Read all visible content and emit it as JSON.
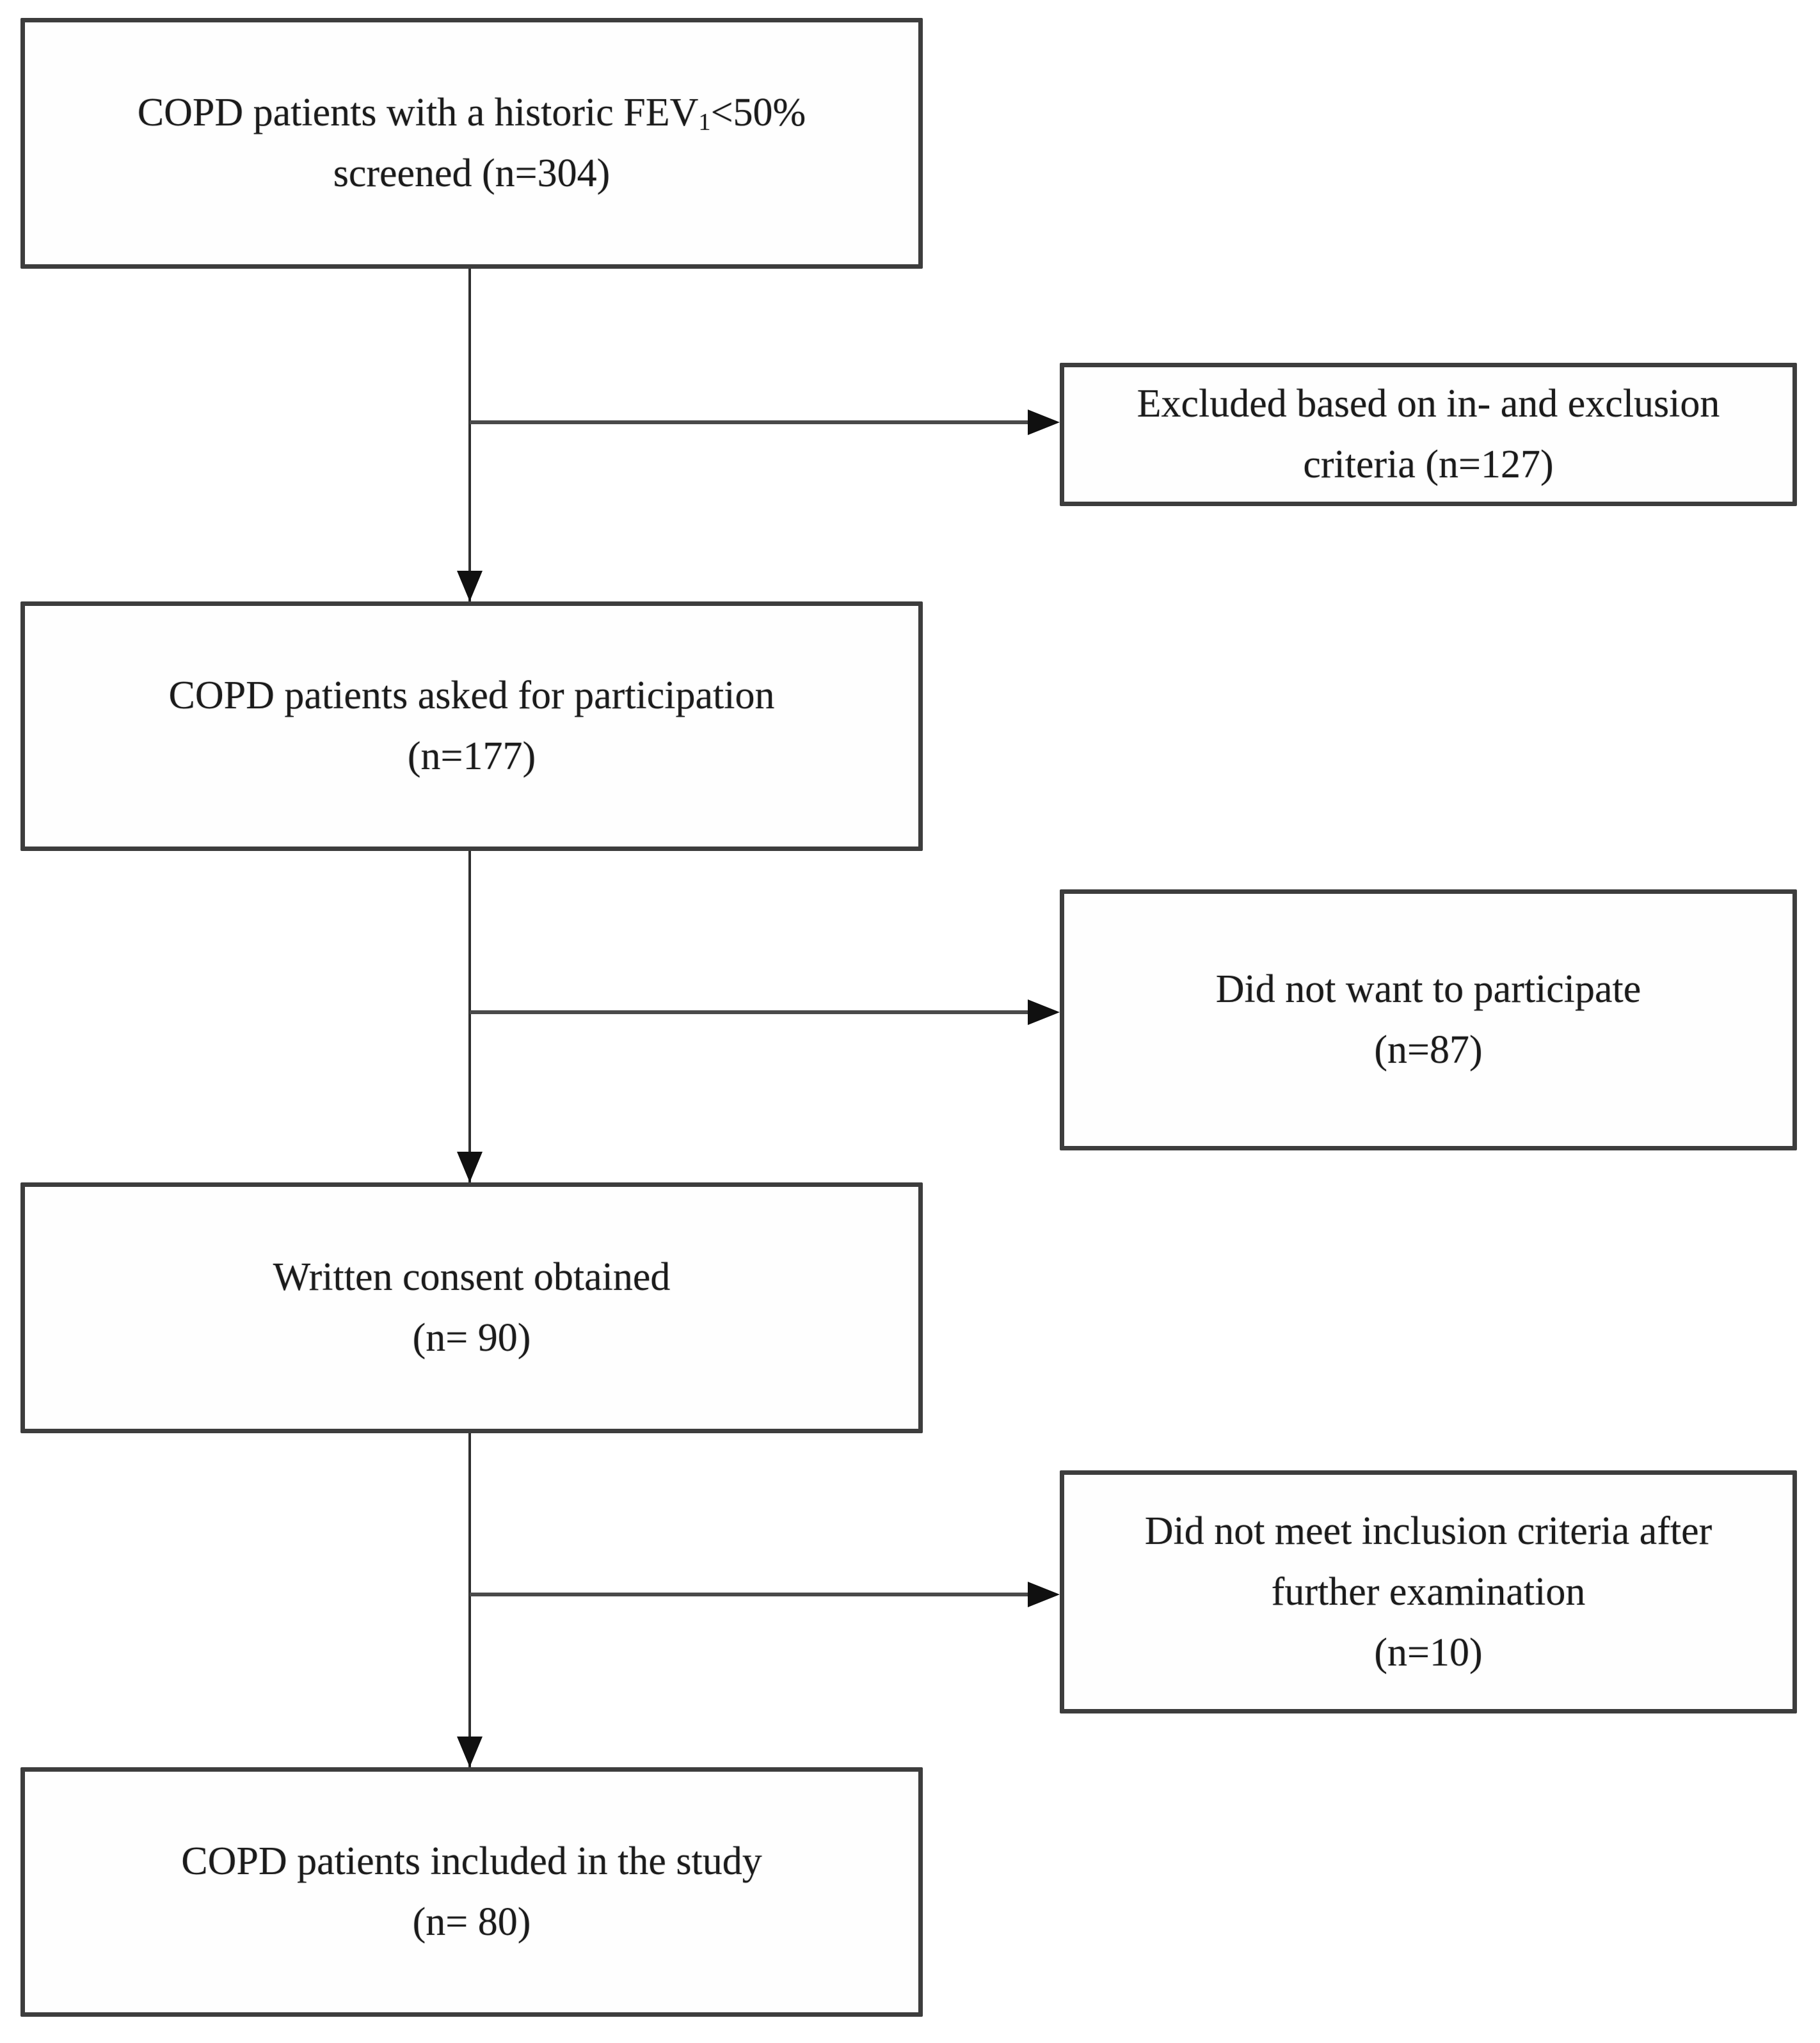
{
  "colors": {
    "background": "#ffffff",
    "box_fill": "#fefefe",
    "box_border": "#3d3d3d",
    "text": "#1b1b1b",
    "line": "#2f2f2f",
    "line_h": "#4a4a4a",
    "arrow": "#101010"
  },
  "flowchart": {
    "boxes": {
      "screened": {
        "line1_prefix": "COPD patients with a historic FEV",
        "line1_subscript": "1",
        "line1_suffix": "<50%",
        "line2": "screened (n=304)",
        "n": 304
      },
      "excluded": {
        "line1": "Excluded based on in- and exclusion",
        "line2": "criteria (n=127)",
        "n": 127
      },
      "asked": {
        "line1": "COPD patients asked for participation",
        "line2": "(n=177)",
        "n": 177
      },
      "declined": {
        "line1": "Did not want to participate",
        "line2": "(n=87)",
        "n": 87
      },
      "consent": {
        "line1": "Written consent obtained",
        "line2": "(n= 90)",
        "n": 90
      },
      "not_eligible": {
        "line1": "Did not meet inclusion criteria after",
        "line2": "further examination",
        "line3": "(n=10)",
        "n": 10
      },
      "included": {
        "line1": "COPD patients included in the study",
        "line2": "(n= 80)",
        "n": 80
      }
    },
    "edges": [
      {
        "from": "screened",
        "to": "asked",
        "type": "down-arrow"
      },
      {
        "from": "screened",
        "to": "excluded",
        "type": "right-arrow"
      },
      {
        "from": "asked",
        "to": "consent",
        "type": "down-arrow"
      },
      {
        "from": "asked",
        "to": "declined",
        "type": "right-arrow"
      },
      {
        "from": "consent",
        "to": "included",
        "type": "down-arrow"
      },
      {
        "from": "consent",
        "to": "not_eligible",
        "type": "right-arrow"
      }
    ]
  }
}
